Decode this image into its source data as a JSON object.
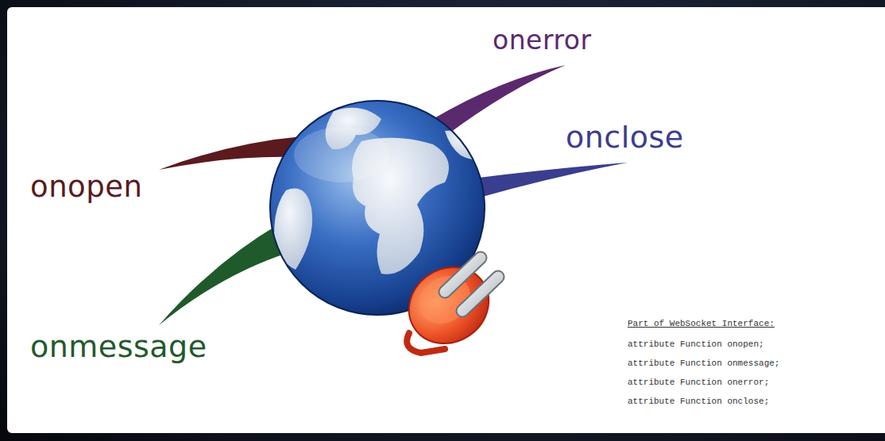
{
  "diagram": {
    "labels": [
      "onerror",
      "onclose",
      "onopen",
      "onmessage",
      "Part of WebSocket Interface:",
      "attribute Function onopen;",
      "attribute Function onmessage;",
      "attribute Function onerror;",
      "attribute Function onclose;"
    ]
  }
}
